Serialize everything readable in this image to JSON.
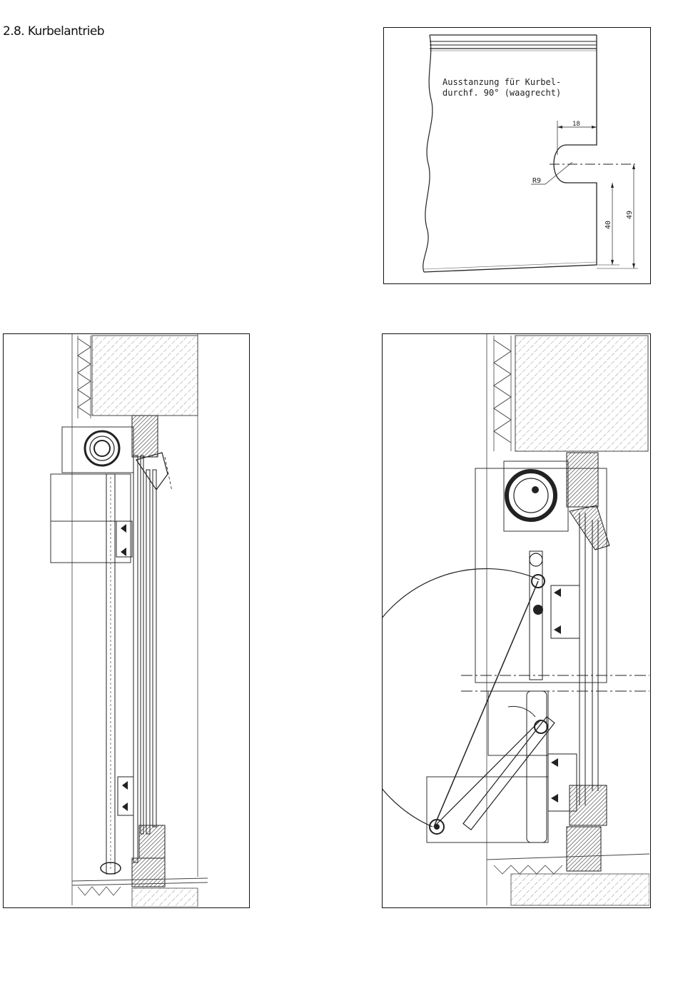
{
  "page": {
    "heading": "2.8. Kurbelantrieb"
  },
  "detail": {
    "note_line1": "Ausstanzung für Kurbel-",
    "note_line2": "durchf. 90° (waagrecht)",
    "dim_width": "18",
    "dim_radius": "R9",
    "dim_height_inner": "40",
    "dim_height_outer": "49"
  },
  "colors": {
    "line": "#1a1a1a",
    "hatch": "#555555",
    "background": "#ffffff"
  }
}
